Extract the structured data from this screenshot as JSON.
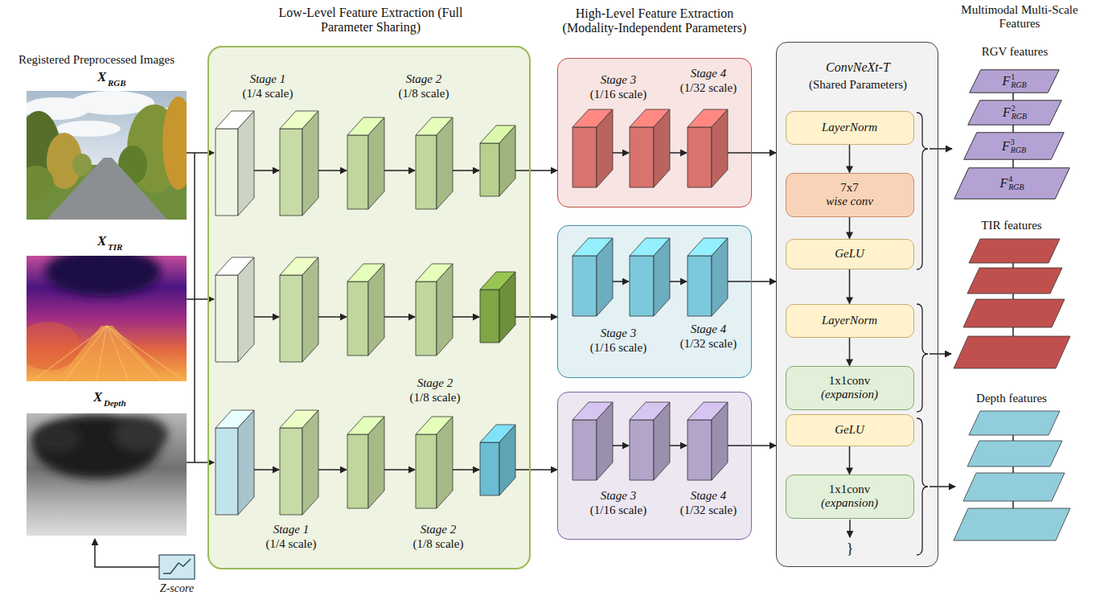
{
  "diagram": {
    "nodes": [
      {
        "text": [
          "Low-Level Feature Extraction (Full Parameter Sharing)"
        ]
      },
      {
        "text": [
          "Stage 3",
          "(1/16 scale)",
          "Stage 4",
          "(1/32 scale)"
        ]
      },
      {
        "text": [
          "Stage 3",
          "(1/16 scale)",
          "Stage 4",
          "(1/32 scale)"
        ]
      },
      {
        "text": [
          "Stage 3",
          "(1/16 scale)",
          "Stage 4",
          "(1/32 scale)"
        ]
      },
      {
        "text": [
          "ConvNeXt-T",
          "(Shared Parameters)"
        ]
      },
      {
        "text": [
          "LayerNorm"
        ],
        "in": 4
      },
      {
        "text": [
          "7x7",
          "wise conv"
        ],
        "in": 4
      },
      {
        "text": [
          "GeLU"
        ],
        "in": 4
      },
      {
        "text": [
          "LayerNorm"
        ],
        "in": 4
      },
      {
        "text": [
          "1x1conv",
          "(expansion)"
        ],
        "in": 4
      },
      {
        "text": [
          "GeLU"
        ],
        "in": 4
      },
      {
        "text": [
          "1x1conv",
          "(expansion)"
        ],
        "in": 4
      },
      {
        "text": [
          "F",
          "1",
          "RGB"
        ]
      },
      {
        "text": [
          "F",
          "2",
          "RGB"
        ]
      },
      {
        "text": [
          "F",
          "3",
          "RGB"
        ]
      },
      {
        "text": [
          "F",
          "4",
          "RGB"
        ]
      }
    ],
    "edges": [
      {
        "from": 0,
        "to": 1,
        "arrow": "to"
      },
      {
        "from": 0,
        "to": 2,
        "arrow": "to"
      },
      {
        "from": 0,
        "to": 3,
        "arrow": "to"
      },
      {
        "from": 1,
        "to": 4,
        "arrow": "to"
      },
      {
        "from": 2,
        "to": 4,
        "arrow": "to"
      },
      {
        "from": 3,
        "to": 4,
        "arrow": "to"
      },
      {
        "from": 5,
        "to": 6,
        "arrow": "to"
      },
      {
        "from": 6,
        "to": 7,
        "arrow": "to"
      },
      {
        "from": 7,
        "to": 8,
        "arrow": "to"
      },
      {
        "from": 8,
        "to": 9,
        "arrow": "to"
      },
      {
        "from": 10,
        "to": 11,
        "arrow": "to"
      }
    ],
    "labels": [
      "Registered Preprocessed Images",
      "X",
      "RGB",
      "X",
      "TIR",
      "X",
      "Depth",
      "Z-score",
      "Stage 1",
      "(1/4 scale)",
      "Stage 2",
      "(1/8 scale)",
      "Stage 2",
      "(1/8 scale)",
      "Stage 1",
      "(1/4 scale)",
      "Stage 2",
      "(1/8 scale)",
      "High-Level Feature Extraction (Modality-Independent Parameters)",
      "}",
      "Multimodal Multi-Scale Features",
      "RGV features",
      "TIR features",
      "Depth features"
    ]
  }
}
